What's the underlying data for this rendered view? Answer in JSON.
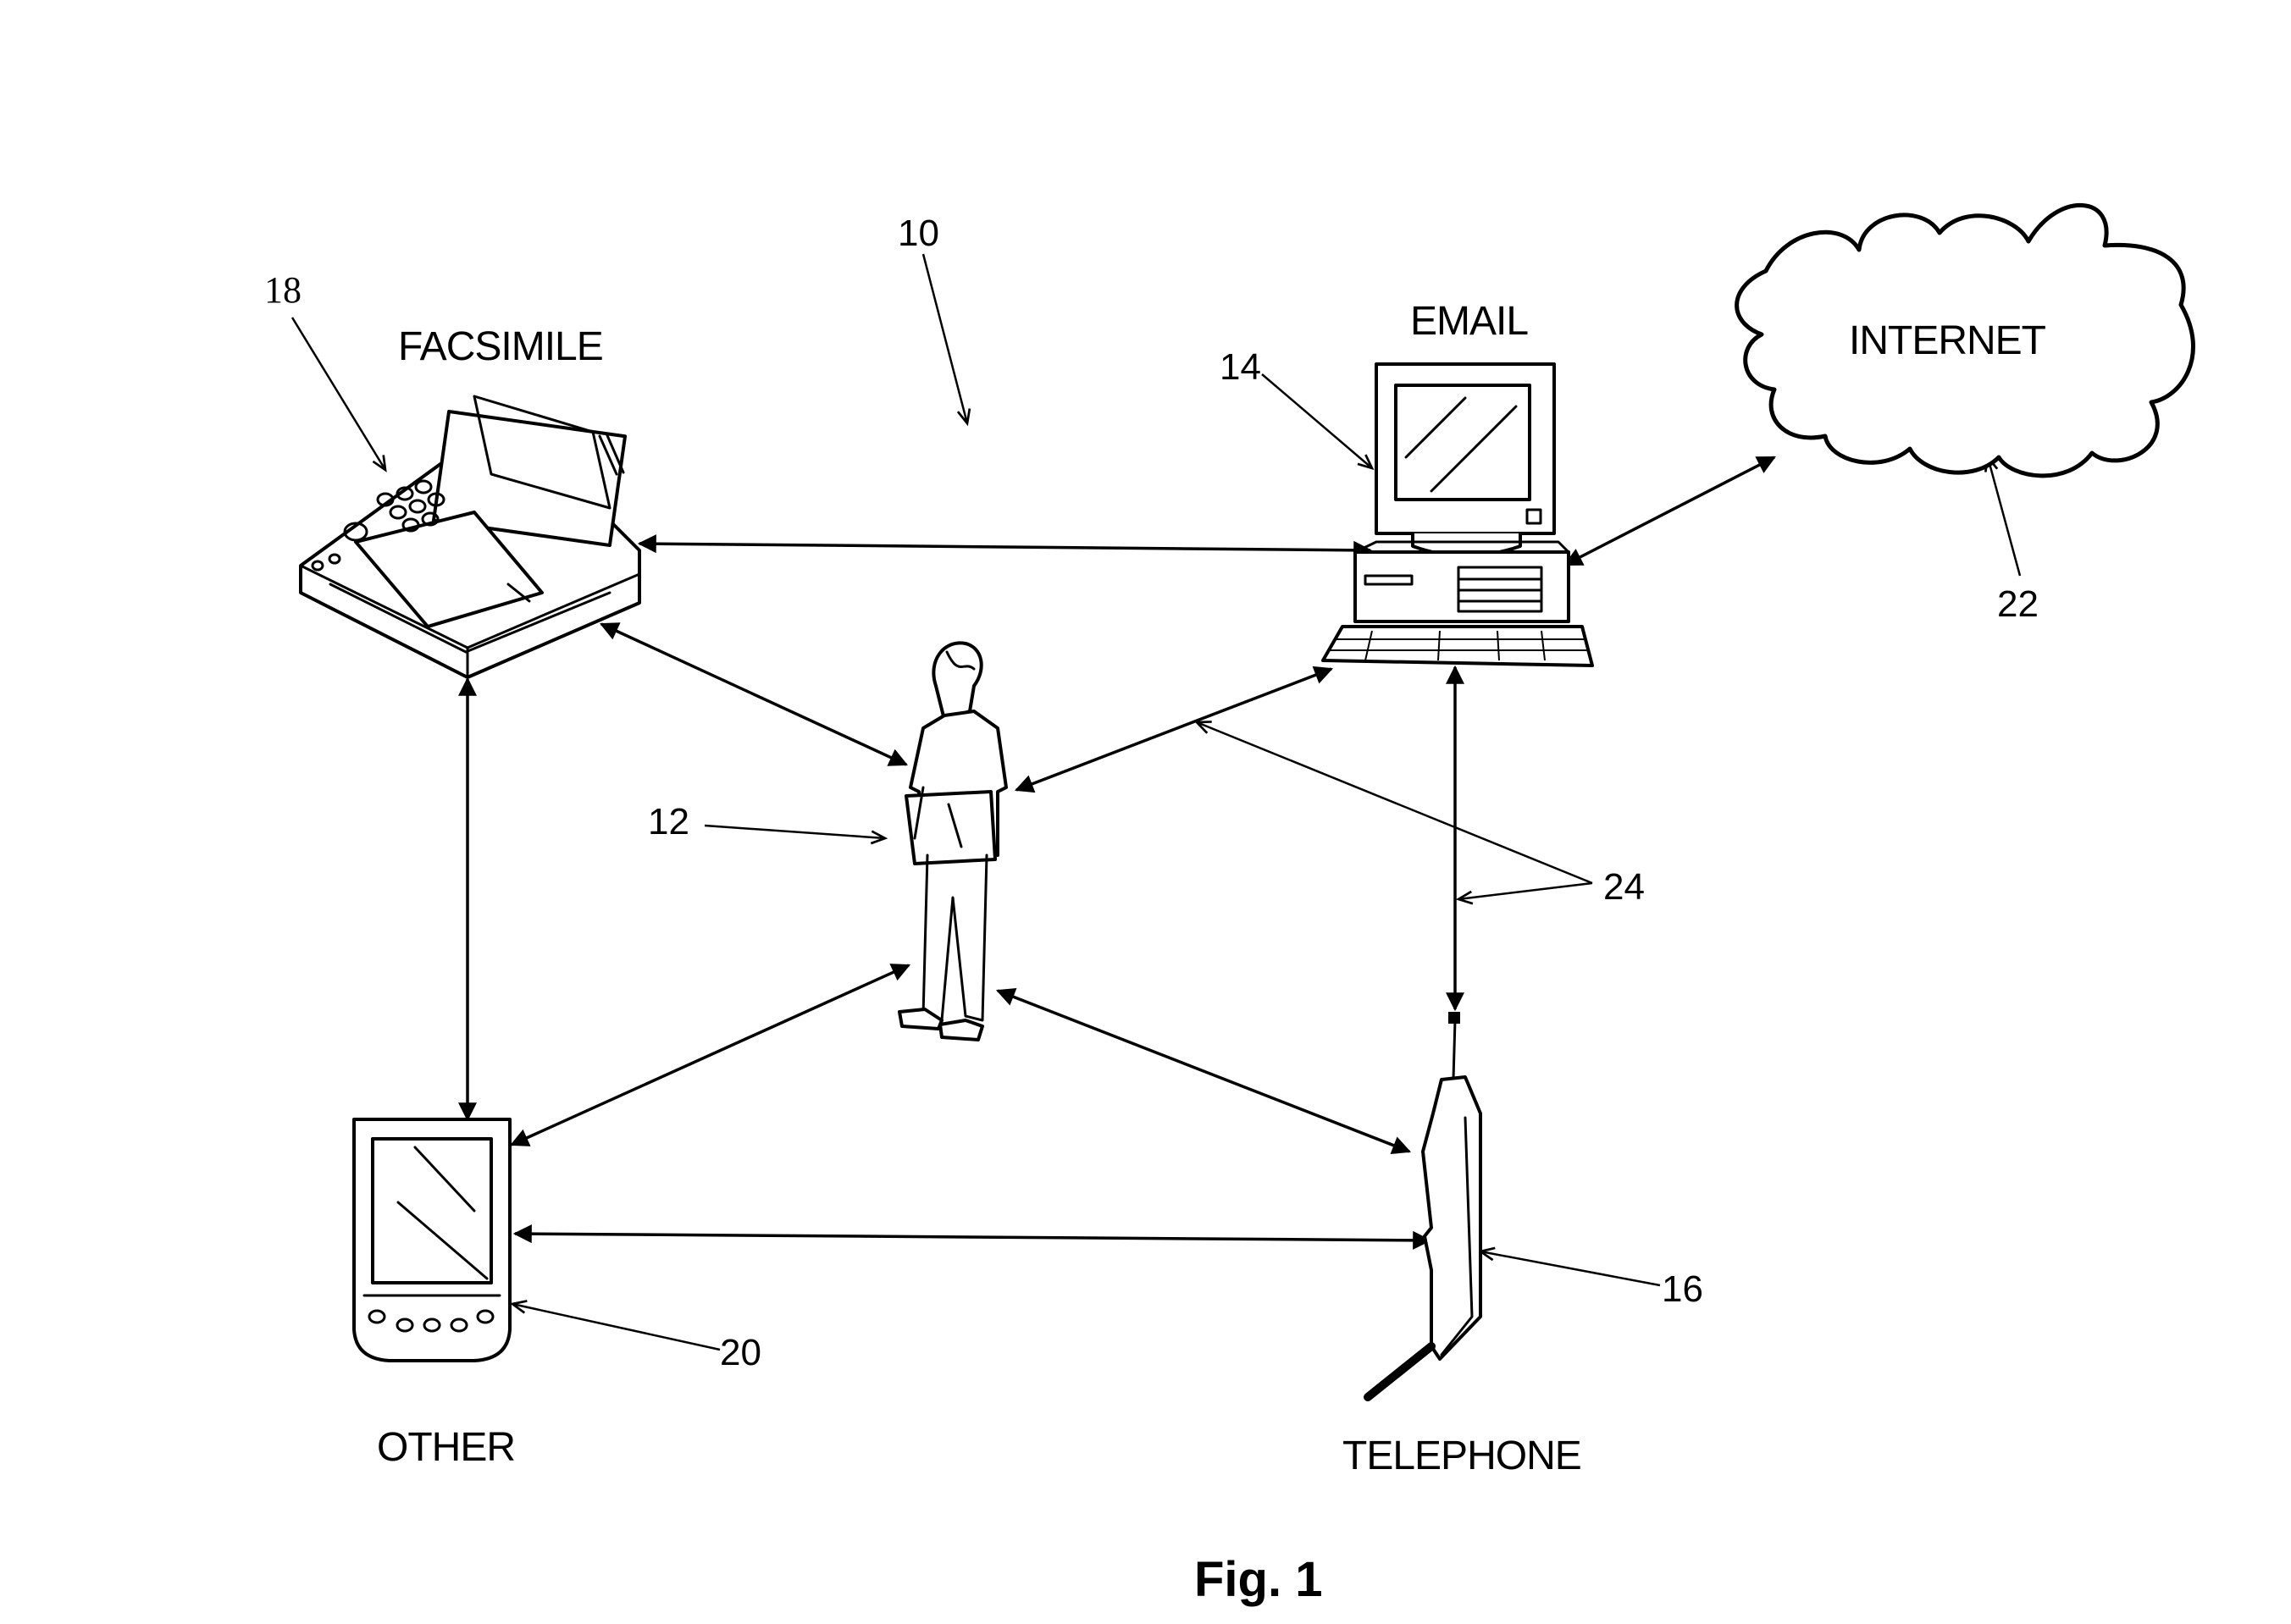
{
  "figure": {
    "caption": "Fig. 1",
    "system_ref": "10"
  },
  "nodes": {
    "facsimile": {
      "label": "FACSIMILE",
      "ref": "18"
    },
    "email": {
      "label": "EMAIL",
      "ref": "14"
    },
    "internet": {
      "label": "INTERNET",
      "ref": "22"
    },
    "user": {
      "ref": "12"
    },
    "other": {
      "label": "OTHER",
      "ref": "20"
    },
    "telephone": {
      "label": "TELEPHONE",
      "ref": "16"
    }
  },
  "links": {
    "ref": "24"
  }
}
